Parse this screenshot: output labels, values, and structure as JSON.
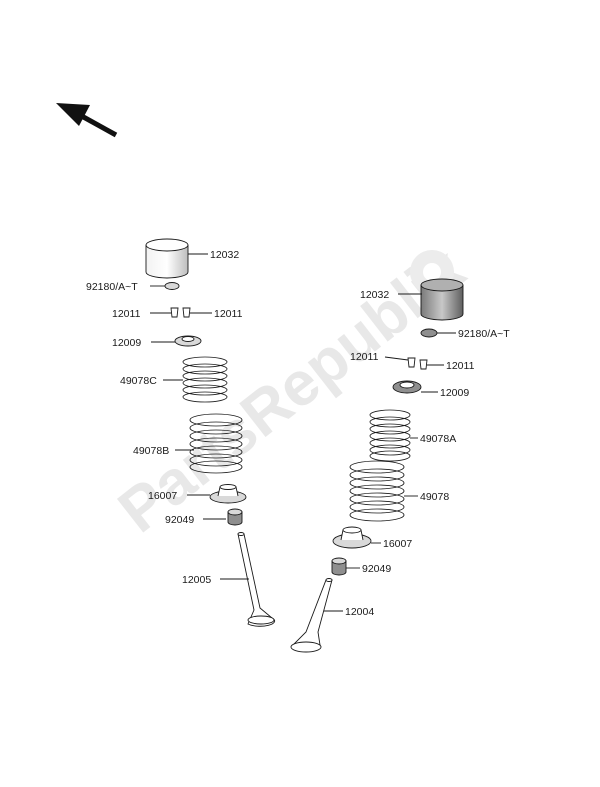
{
  "watermark": {
    "text": "PartsRepublik"
  },
  "left_assembly": {
    "labels": [
      {
        "id": "12032",
        "text": "12032"
      },
      {
        "id": "92180",
        "text": "92180/A~T"
      },
      {
        "id": "12011a",
        "text": "12011"
      },
      {
        "id": "12011b",
        "text": "12011"
      },
      {
        "id": "12009",
        "text": "12009"
      },
      {
        "id": "49078C",
        "text": "49078C"
      },
      {
        "id": "49078B",
        "text": "49078B"
      },
      {
        "id": "16007",
        "text": "16007"
      },
      {
        "id": "92049",
        "text": "92049"
      },
      {
        "id": "12005",
        "text": "12005"
      }
    ]
  },
  "right_assembly": {
    "labels": [
      {
        "id": "12032",
        "text": "12032"
      },
      {
        "id": "92180",
        "text": "92180/A~T"
      },
      {
        "id": "12011a",
        "text": "12011"
      },
      {
        "id": "12011b",
        "text": "12011"
      },
      {
        "id": "12009",
        "text": "12009"
      },
      {
        "id": "49078A",
        "text": "49078A"
      },
      {
        "id": "49078",
        "text": "49078"
      },
      {
        "id": "16007",
        "text": "16007"
      },
      {
        "id": "92049",
        "text": "92049"
      },
      {
        "id": "12004",
        "text": "12004"
      }
    ]
  }
}
